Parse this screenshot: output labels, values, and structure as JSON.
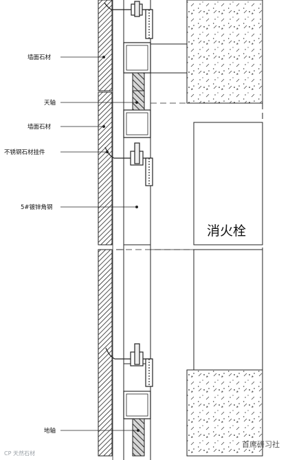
{
  "labels": {
    "wall_stone_1": "墙面石材",
    "top_axis": "天轴",
    "wall_stone_2": "墙面石材",
    "stainless_hanger": "不锈钢石材挂件",
    "galv_angle": "5#镀锌角钢",
    "fire_hydrant": "消火栓",
    "bottom_axis": "地轴"
  },
  "watermarks": {
    "left": "CP 天然石材",
    "right": "首席研习社"
  }
}
